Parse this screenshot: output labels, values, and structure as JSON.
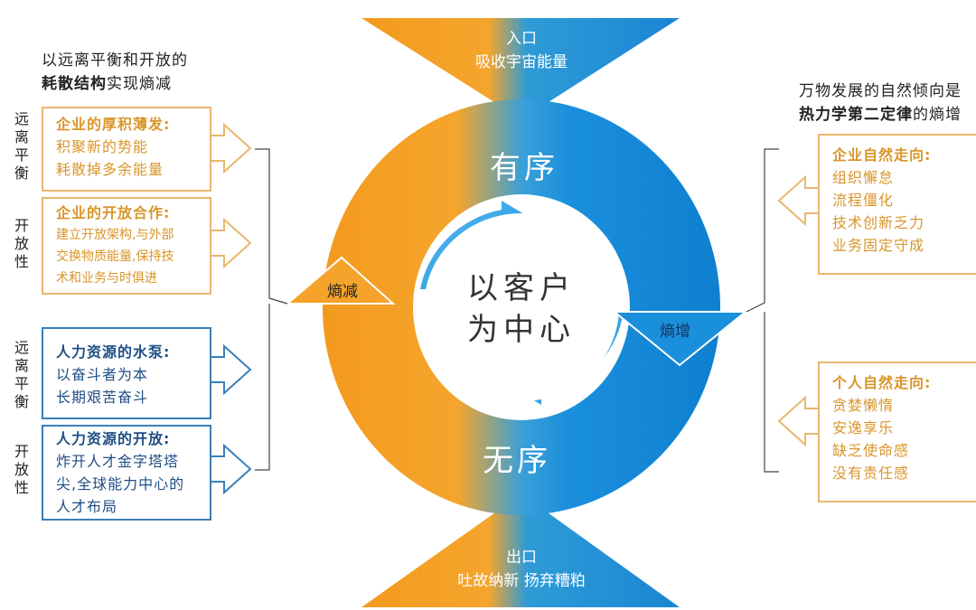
{
  "left_caption": {
    "line1": "以远离平衡和开放的",
    "line2_bold": "耗散结构",
    "line2_rest": "实现熵减"
  },
  "right_caption": {
    "line1": "万物发展的自然倾向是",
    "line2_bold": "热力学第二定律",
    "line2_rest": "的熵增"
  },
  "side_labels": {
    "upper_left_a": "远离平衡",
    "upper_left_b": "开放性",
    "lower_left_a": "远离平衡",
    "lower_left_b": "开放性"
  },
  "boxes": {
    "b1": {
      "title": "企业的厚积薄发:",
      "lines": [
        "积聚新的势能",
        "耗散掉多余能量"
      ]
    },
    "b2": {
      "title": "企业的开放合作:",
      "lines": [
        "建立开放架构,与外部",
        "交换物质能量,保持技",
        "术和业务与时俱进"
      ]
    },
    "b3": {
      "title": "人力资源的水泵:",
      "lines": [
        "以奋斗者为本",
        "长期艰苦奋斗"
      ]
    },
    "b4": {
      "title": "人力资源的开放:",
      "lines": [
        "炸开人才金字塔塔",
        "尖,全球能力中心的",
        "人才布局"
      ]
    },
    "r1": {
      "title": "企业自然走向:",
      "lines": [
        "组织懈怠",
        "流程僵化",
        "技术创新乏力",
        "业务固定守成"
      ]
    },
    "r2": {
      "title": "个人自然走向:",
      "lines": [
        "贪婪懒惰",
        "安逸享乐",
        "缺乏使命感",
        "没有责任感"
      ]
    }
  },
  "diagram": {
    "inlet_title": "入口",
    "inlet_sub": "吸收宇宙能量",
    "outlet_title": "出口",
    "outlet_sub": "吐故纳新 扬弃糟粕",
    "ordered": "有序",
    "disordered": "无序",
    "center_line1": "以客户",
    "center_line2": "为中心",
    "entropy_decrease": "熵减",
    "entropy_increase": "熵增",
    "colors": {
      "orange": "#f5a32a",
      "blue": "#1a8fdc",
      "dark_blue": "#1f4f85"
    }
  }
}
